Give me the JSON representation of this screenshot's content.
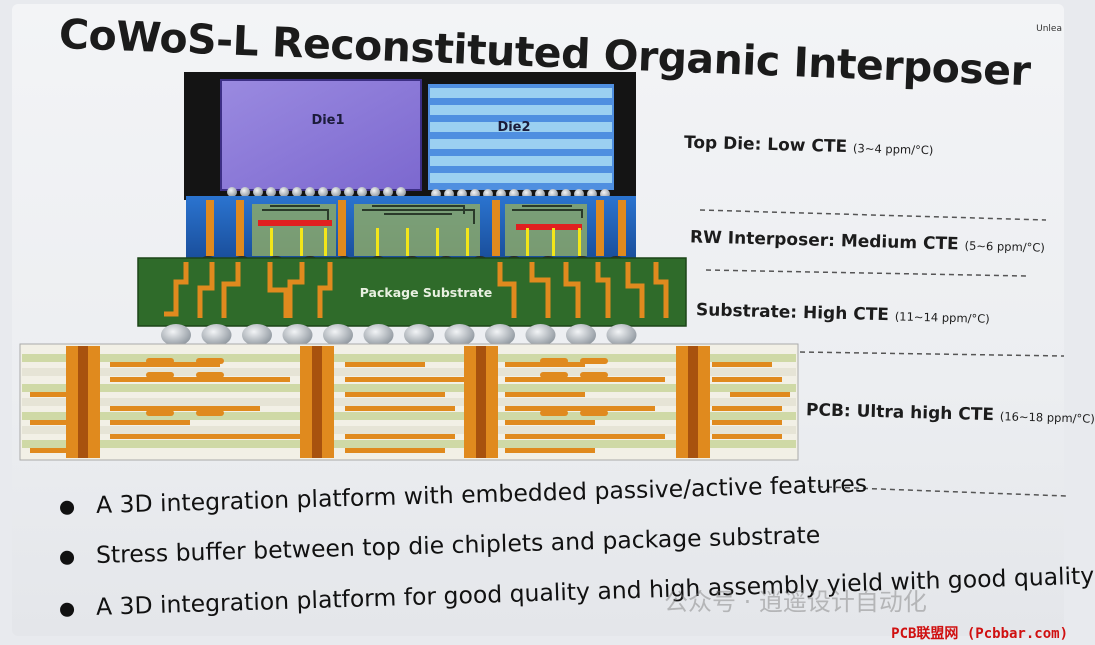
{
  "title": "CoWoS-L Reconstituted Organic Interposer",
  "corner_text": "Unlea",
  "diagram": {
    "die1": "Die1",
    "die2": "Die2",
    "package_substrate": "Package Substrate"
  },
  "layers": [
    {
      "name": "Top Die: Low CTE",
      "value": "(3~4 ppm/°C)"
    },
    {
      "name": "RW Interposer: Medium CTE",
      "value": "(5~6 ppm/°C)"
    },
    {
      "name": "Substrate: High CTE",
      "value": "(11~14 ppm/°C)"
    },
    {
      "name": "PCB: Ultra high CTE",
      "value": "(16~18 ppm/°C)"
    }
  ],
  "bullets": [
    "A 3D integration platform with embedded passive/active features",
    "Stress buffer between top die chiplets and package substrate",
    "A 3D integration platform for good quality and high assembly yield with good quality"
  ],
  "watermark": "公众号 · 逍遥设计自动化",
  "footer": "PCB联盟网 (Pcbbar.com)",
  "colors": {
    "die1": "#8f7fd8",
    "die2": "#5f9ae6",
    "interposer": "#1f5fb4",
    "substrate": "#2f6b2a",
    "copper": "#e08a1e",
    "pcb_core": "#cfd9a6"
  }
}
